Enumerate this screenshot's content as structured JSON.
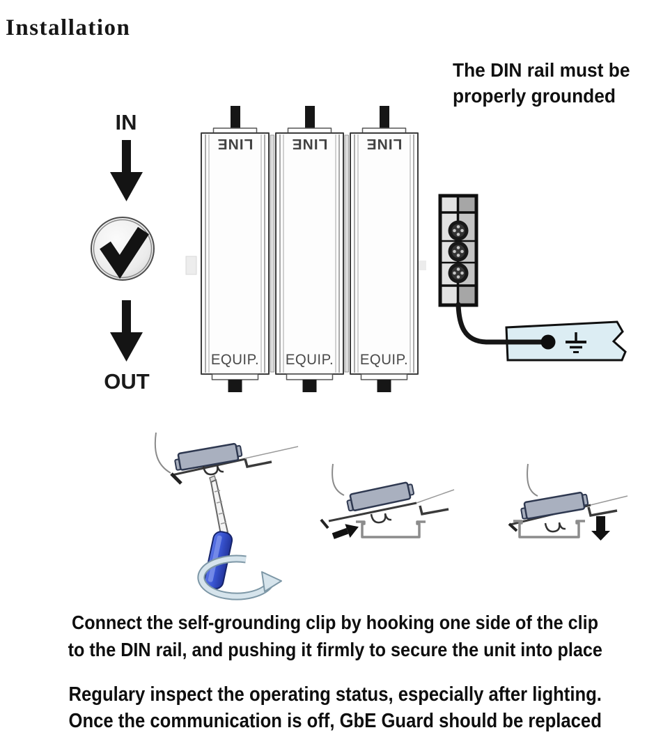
{
  "title": "Installation",
  "grounding_note": {
    "line1": "The DIN rail must be",
    "line2": "properly grounded"
  },
  "flow_labels": {
    "in": "IN",
    "out": "OUT"
  },
  "module": {
    "count": 3,
    "top_label": "LINE",
    "bottom_label": "EQUIP."
  },
  "instructions": {
    "connect_line1": "Connect the self-grounding clip by hooking one side of the clip",
    "connect_line2": "to the DIN rail, and pushing it firmly to secure the unit into place",
    "inspect_line1": "Regulary inspect the operating status, especially after lighting.",
    "inspect_line2": "Once the communication is off, GbE Guard should be replaced"
  },
  "icons": {
    "flow_in": "down-arrow-icon",
    "status_ok": "checkmark-circle-icon",
    "flow_out": "down-arrow-icon",
    "grounding": "earth-ground-symbol-icon",
    "rotate_screwdriver": "rotation-arrow-icon",
    "hook_direction": "up-right-arrow-icon",
    "push_direction": "down-arrow-icon"
  },
  "colors": {
    "ink": "#111111",
    "module_outline": "#3c3c3c",
    "label_gray": "#4a4a4a",
    "rail_fill": "#dcedf3",
    "clip_fill": "#a9b0bf",
    "clip_outline": "#2e3850",
    "screwdriver_handle": "#3a56d4",
    "rotation_arrow_fill": "#d6e4ec",
    "rotation_arrow_outline": "#7d97a6",
    "terminal_light_cell": "#e2e2e2",
    "terminal_dark_cell": "#a6a6a6"
  }
}
